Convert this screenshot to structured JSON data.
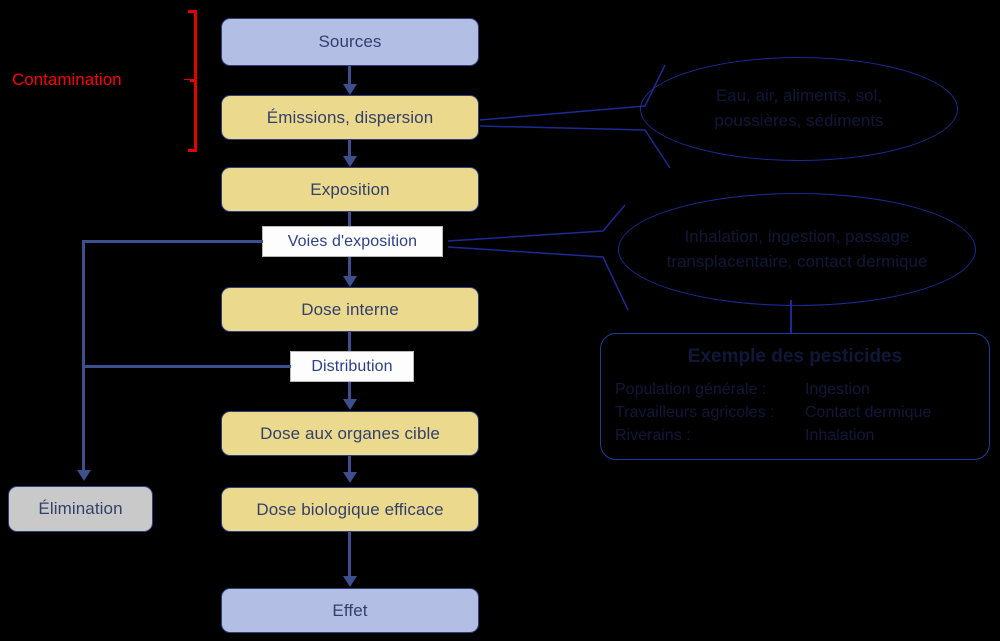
{
  "diagram": {
    "title": "Schema de contamination et exposition",
    "background_color": "#000000",
    "colors": {
      "blue_node": "#b2bee4",
      "yellow_node": "#ebd98e",
      "grey_node": "#c9c9c9",
      "plain_node": "#fdfdfd",
      "node_border": "#2f3f7a",
      "connector": "#3d4f8f",
      "callout_border": "#1c2a96",
      "bracket_red": "#e50000",
      "label_red": "#ff0000",
      "text_navy": "#33406b"
    }
  },
  "bracket": {
    "label": "Contamination"
  },
  "nodes": {
    "sources": "Sources",
    "emissions": "Émissions, dispersion",
    "exposition": "Exposition",
    "voies": "Voies d'exposition",
    "dose_interne": "Dose interne",
    "distribution": "Distribution",
    "dose_organes": "Dose aux organes cible",
    "dose_biologique": "Dose biologique efficace",
    "effet": "Effet",
    "elimination": "Élimination"
  },
  "callouts": {
    "media": "Eau, air, aliments, sol, poussières, sédiments",
    "routes": "Inhalation, ingestion, passage transplacentaire, contact dermique"
  },
  "pesticide_panel": {
    "title": "Exemple des pesticides",
    "rows": [
      {
        "group": "Population générale :",
        "route": "Ingestion"
      },
      {
        "group": "Travailleurs agricoles :",
        "route": "Contact dermique"
      },
      {
        "group": "Riverains :",
        "route": "Inhalation"
      }
    ]
  }
}
